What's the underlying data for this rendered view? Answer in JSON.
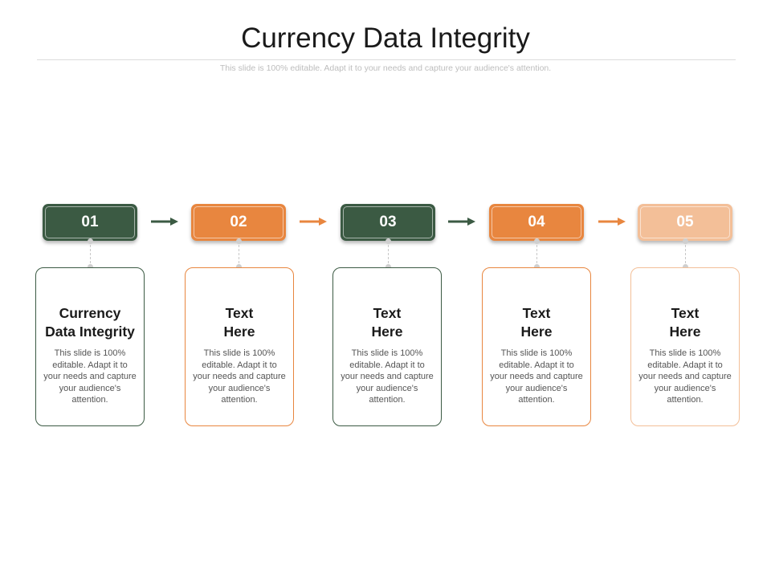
{
  "title": "Currency Data Integrity",
  "subtitle": "This slide is 100% editable. Adapt it to your needs and capture your audience's attention.",
  "colors": {
    "dark_green": "#3b5a43",
    "orange": "#e8863f",
    "light_orange": "#f3bf98"
  },
  "steps": [
    {
      "number": "01",
      "title": "Currency\nData Integrity",
      "body": "This slide is 100% editable. Adapt it to your needs and capture your audience's attention.",
      "color": "#3b5a43"
    },
    {
      "number": "02",
      "title": "Text\nHere",
      "body": "This slide is 100% editable. Adapt it to your needs and capture your audience's attention.",
      "color": "#e8863f"
    },
    {
      "number": "03",
      "title": "Text\nHere",
      "body": "This slide is 100% editable. Adapt it to your needs and capture your audience's attention.",
      "color": "#3b5a43"
    },
    {
      "number": "04",
      "title": "Text\nHere",
      "body": "This slide is 100% editable. Adapt it to your needs and capture your audience's attention.",
      "color": "#e8863f"
    },
    {
      "number": "05",
      "title": "Text\nHere",
      "body": "This slide is 100% editable. Adapt it to your needs and capture your audience's attention.",
      "color": "#f3bf98"
    }
  ],
  "arrow_colors": [
    "#3b5a43",
    "#e8863f",
    "#3b5a43",
    "#e8863f"
  ]
}
